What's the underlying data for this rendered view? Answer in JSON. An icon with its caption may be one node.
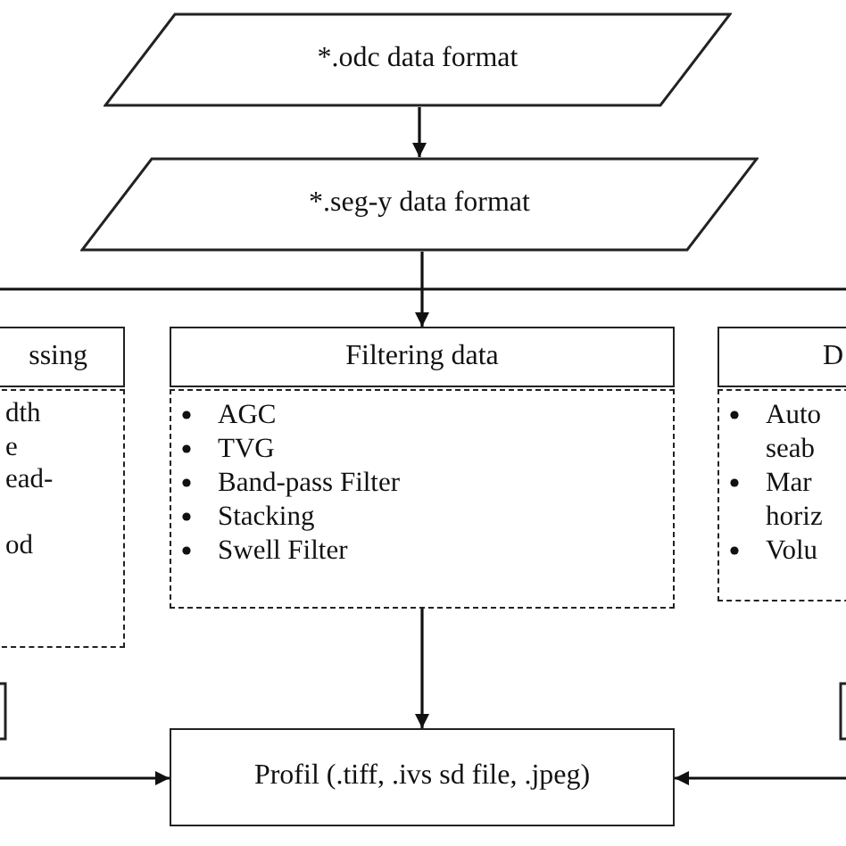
{
  "diagram": {
    "nodes": [
      {
        "text": [
          "*.odc data format"
        ]
      },
      {
        "text": [
          "*.seg-y data format"
        ]
      },
      {
        "text": [
          "ssing"
        ]
      },
      {
        "text": [
          "dth",
          "e",
          "ead-",
          "od"
        ]
      },
      {
        "text": [
          "Filtering data"
        ]
      },
      {
        "text": [
          "AGC",
          "TVG",
          "Band-pass Filter",
          "Stacking",
          "Swell Filter"
        ]
      },
      {
        "text": [
          "D"
        ]
      },
      {
        "text": [
          "Auto seab",
          "Mar horiz",
          "Volu"
        ]
      },
      {
        "text": [],
        "shape": "box"
      },
      {
        "text": [
          "Profil (.tiff, .ivs sd file, .jpeg)"
        ]
      },
      {
        "text": [],
        "shape": "box"
      }
    ],
    "edges": [
      {
        "from": 0,
        "to": 1,
        "arrow": "to"
      },
      {
        "from": 1,
        "to": 4,
        "arrow": "to"
      },
      {
        "from": 5,
        "to": 9,
        "arrow": "to"
      },
      {
        "from": null,
        "to": 9,
        "arrow": "to"
      },
      {
        "from": null,
        "to": 9,
        "arrow": "to"
      }
    ]
  }
}
